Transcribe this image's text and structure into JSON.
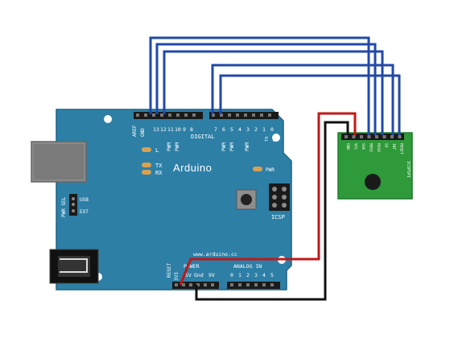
{
  "colors": {
    "board": "#2d7fa6",
    "board_edge": "#1f6486",
    "module": "#2e9a3a",
    "module_edge": "#1c7a2a",
    "wire_blue": "#2249a8",
    "wire_red": "#c01818",
    "wire_black": "#111111",
    "header": "#1a1a1a",
    "led": "#d9a050"
  },
  "board": {
    "brand": "Arduino",
    "website": "www.arduino.cc",
    "digital_label": "DIGITAL",
    "pwm_label": "PWM",
    "icsp_label": "ICSP",
    "analog_label": "ANALOG IN",
    "power_label": "POWER",
    "reset_label": "RESET",
    "aref_label": "AREF",
    "gnd_top_label": "GND",
    "tx_label": "TX",
    "rx_label": "RX",
    "l_label": "L",
    "usb_label": "USB",
    "ext_label": "EXT",
    "pwr_sel_label": "PWR SEL",
    "pin_3v3": "3V3",
    "pin_5v": "5V",
    "pin_gnd": "Gnd",
    "pin_9v": "9V",
    "digital_pins": [
      "13",
      "12",
      "11",
      "10",
      "9",
      "8",
      "7",
      "6",
      "5",
      "4",
      "3",
      "2",
      "1",
      "0"
    ],
    "analog_pins": [
      "0",
      "1",
      "2",
      "3",
      "4",
      "5"
    ],
    "tx_rx_pins": [
      "TX",
      "RX"
    ]
  },
  "module": {
    "pins": [
      "GND",
      "VCC",
      "SCK",
      "MOSI",
      "MISO",
      "SS",
      "INT",
      "RESET"
    ],
    "side_label": "ICSPSPI"
  }
}
